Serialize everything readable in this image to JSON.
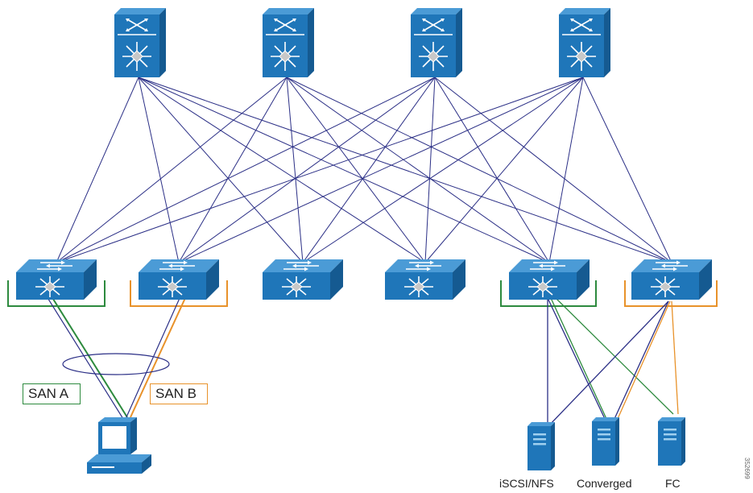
{
  "colors": {
    "device_blue": "#1f76b9",
    "device_dark": "#155a91",
    "device_light": "#4b9bd6",
    "link_blue": "#2b2f86",
    "san_a_green": "#2d8a3e",
    "san_b_orange": "#e8922a"
  },
  "spine_switches": [
    {
      "icon": "core-switch-icon"
    },
    {
      "icon": "core-switch-icon"
    },
    {
      "icon": "core-switch-icon"
    },
    {
      "icon": "core-switch-icon"
    }
  ],
  "leaf_switches": [
    {
      "icon": "leaf-switch-icon",
      "frame": "green"
    },
    {
      "icon": "leaf-switch-icon",
      "frame": "orange"
    },
    {
      "icon": "leaf-switch-icon",
      "frame": "none"
    },
    {
      "icon": "leaf-switch-icon",
      "frame": "none"
    },
    {
      "icon": "leaf-switch-icon",
      "frame": "green"
    },
    {
      "icon": "leaf-switch-icon",
      "frame": "orange"
    }
  ],
  "host": {
    "icon": "workstation-icon"
  },
  "san_labels": {
    "san_a": "SAN A",
    "san_b": "SAN B"
  },
  "storage": [
    {
      "label": "iSCSI/NFS",
      "icon": "server-icon"
    },
    {
      "label": "Converged",
      "icon": "server-icon"
    },
    {
      "label": "FC",
      "icon": "server-icon"
    }
  ],
  "figure_id": "352699"
}
